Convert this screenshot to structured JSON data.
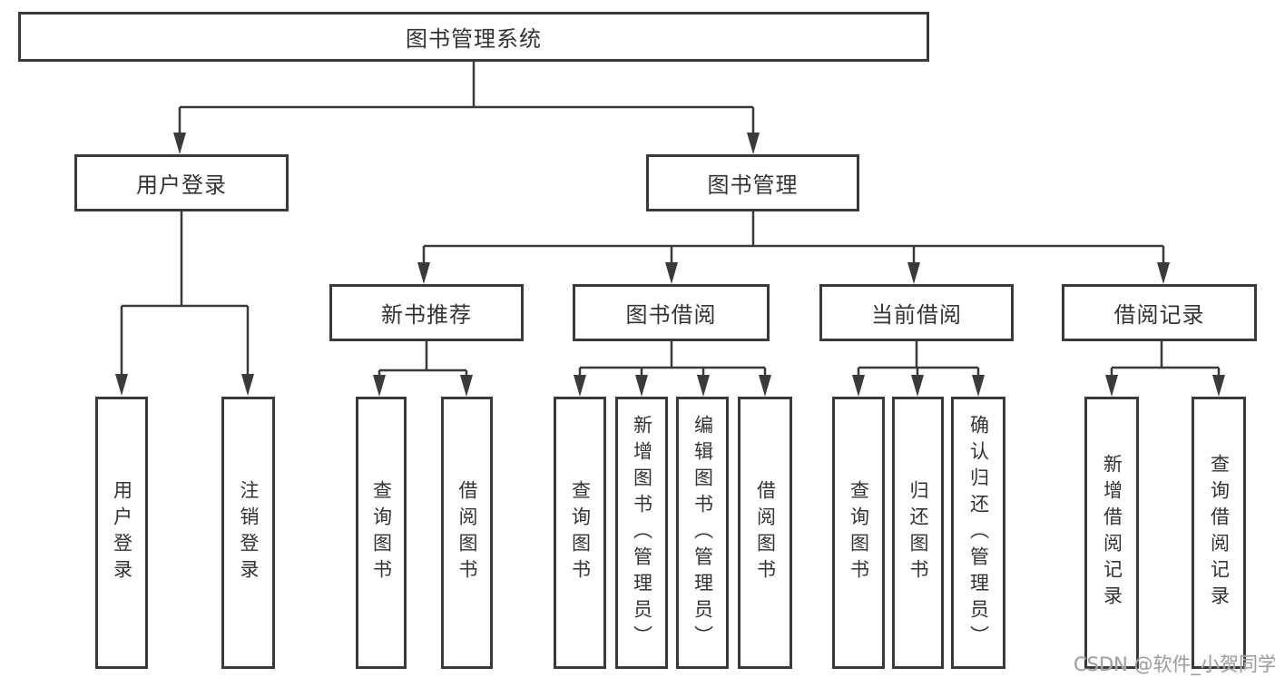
{
  "tree": {
    "root": {
      "label": "图书管理系统"
    },
    "branches": [
      {
        "label": "用户登录",
        "children": [
          {
            "label": "用户登录"
          },
          {
            "label": "注销登录"
          }
        ]
      },
      {
        "label": "图书管理",
        "children": [
          {
            "label": "新书推荐",
            "children": [
              {
                "label": "查询图书"
              },
              {
                "label": "借阅图书"
              }
            ]
          },
          {
            "label": "图书借阅",
            "children": [
              {
                "label": "查询图书"
              },
              {
                "label": "新增图书（管理员）"
              },
              {
                "label": "编辑图书（管理员）"
              },
              {
                "label": "借阅图书"
              }
            ]
          },
          {
            "label": "当前借阅",
            "children": [
              {
                "label": "查询图书"
              },
              {
                "label": "归还图书"
              },
              {
                "label": "确认归还（管理员）"
              }
            ]
          },
          {
            "label": "借阅记录",
            "children": [
              {
                "label": "新增借阅记录"
              },
              {
                "label": "查询借阅记录"
              }
            ]
          }
        ]
      }
    ]
  },
  "watermark": {
    "text": "CSDN @软件_小贺同学"
  },
  "colors": {
    "line": "#3a3a3a",
    "box_border": "#3a3a3a",
    "box_fill": "#ffffff",
    "text": "#333333",
    "background": "#ffffff",
    "watermark": "#a0a0a0"
  }
}
